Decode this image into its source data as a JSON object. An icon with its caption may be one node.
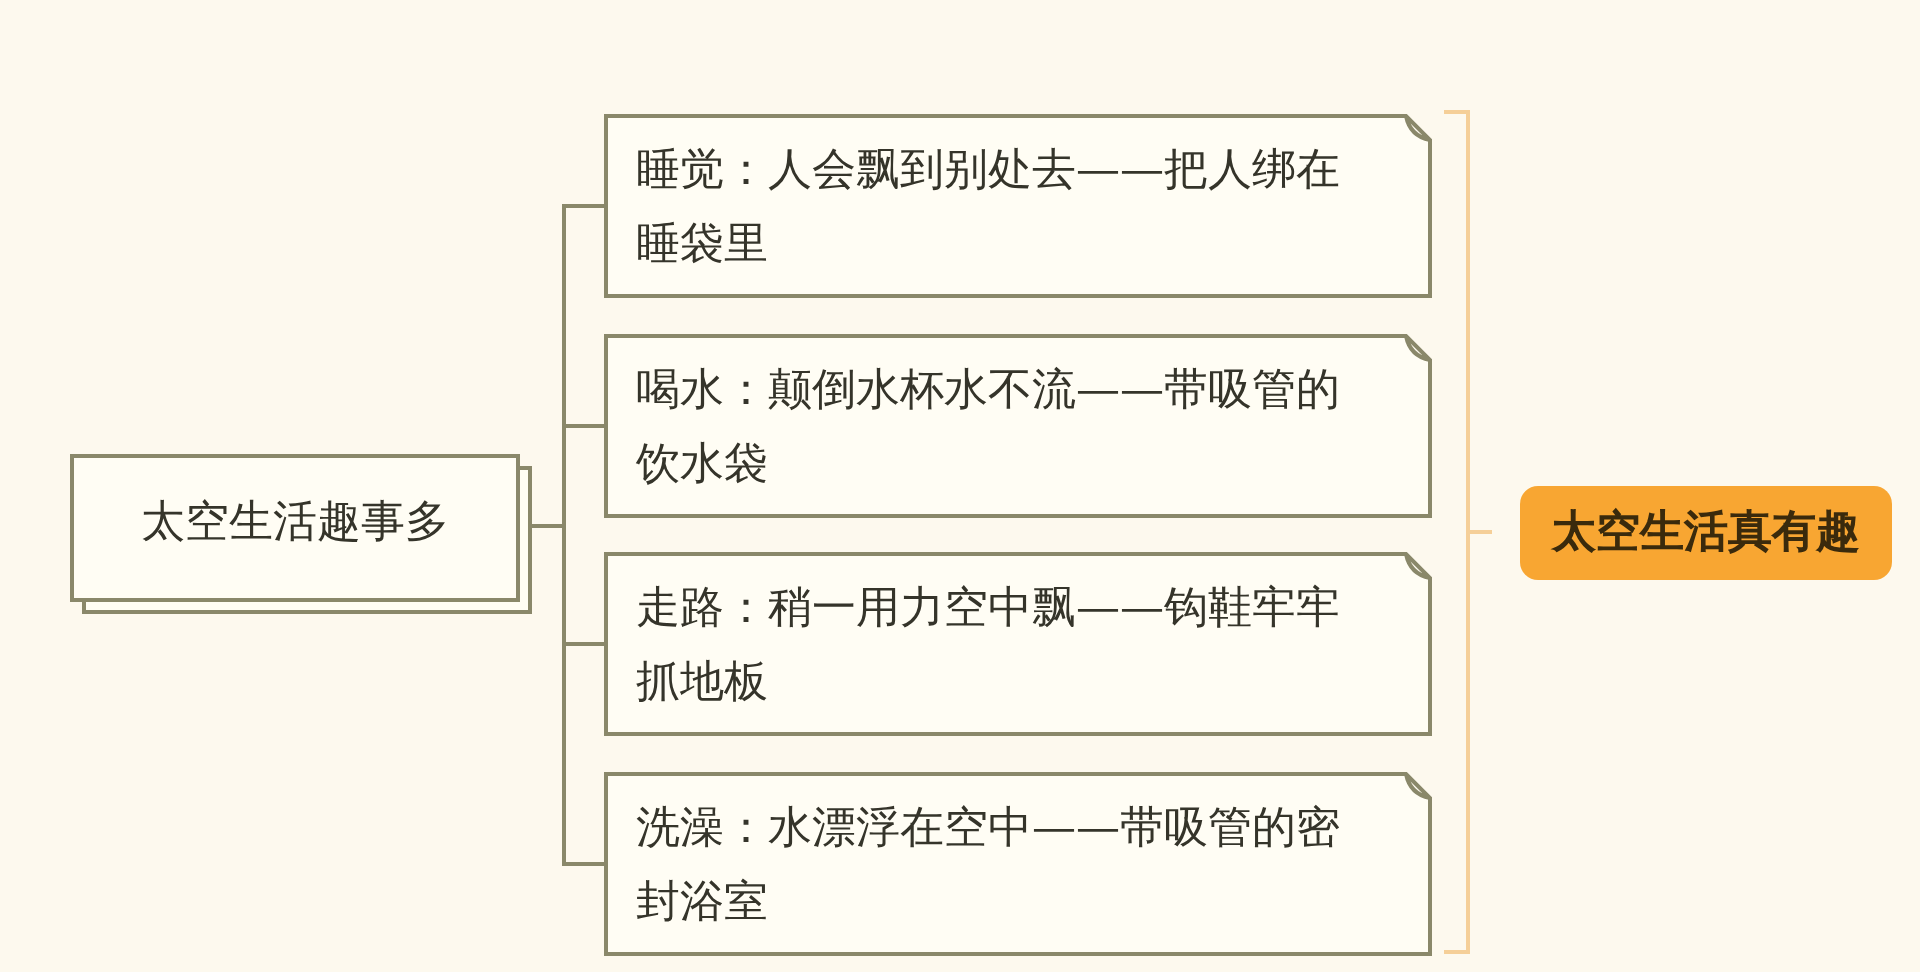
{
  "diagram": {
    "nodes": [
      {
        "text": [
          "太空生活趣事多"
        ]
      },
      {
        "text": [
          "睡觉：人会飘到别处去——把人绑在睡袋里"
        ]
      },
      {
        "text": [
          "喝水：颠倒水杯水不流——带吸管的饮水袋"
        ]
      },
      {
        "text": [
          "走路：稍一用力空中飘——钩鞋牢牢抓地板"
        ]
      },
      {
        "text": [
          "洗澡：水漂浮在空中——带吸管的密封浴室"
        ]
      },
      {
        "text": [
          "太空生活真有趣"
        ]
      }
    ],
    "edges": [
      {
        "from": 0,
        "to": 1,
        "arrow": "none"
      },
      {
        "from": 0,
        "to": 2,
        "arrow": "none"
      },
      {
        "from": 0,
        "to": 3,
        "arrow": "none"
      },
      {
        "from": 0,
        "to": 4,
        "arrow": "none"
      }
    ]
  }
}
